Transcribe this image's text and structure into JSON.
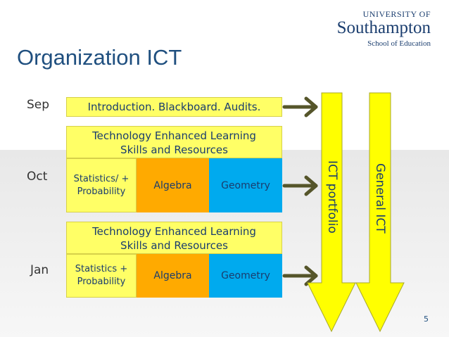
{
  "logo": {
    "line1": "UNIVERSITY OF",
    "line2": "Southampton",
    "line3": "School of Education"
  },
  "title": "Organization ICT",
  "months": [
    "Sep",
    "Oct",
    "Jan"
  ],
  "intro": "Introduction. Blackboard. Audits.",
  "block1": {
    "header": "Technology Enhanced Learning Skills and Resources",
    "cells": [
      "Statistics/ + Probability",
      "Algebra",
      "Geometry"
    ]
  },
  "block2": {
    "header": "Technology Enhanced Learning Skills and Resources",
    "cells": [
      "Statistics + Probability",
      "Algebra",
      "Geometry"
    ]
  },
  "arrows": {
    "portfolio": "ICT portfolio",
    "general": "General ICT"
  },
  "page_number": "5",
  "colors": {
    "title": "#1f4f7f",
    "yellow": "#ffff66",
    "orange": "#ffaa00",
    "cyan": "#00aaee",
    "arrow_yellow": "#ffff00",
    "arrow_green": "#55552a"
  }
}
